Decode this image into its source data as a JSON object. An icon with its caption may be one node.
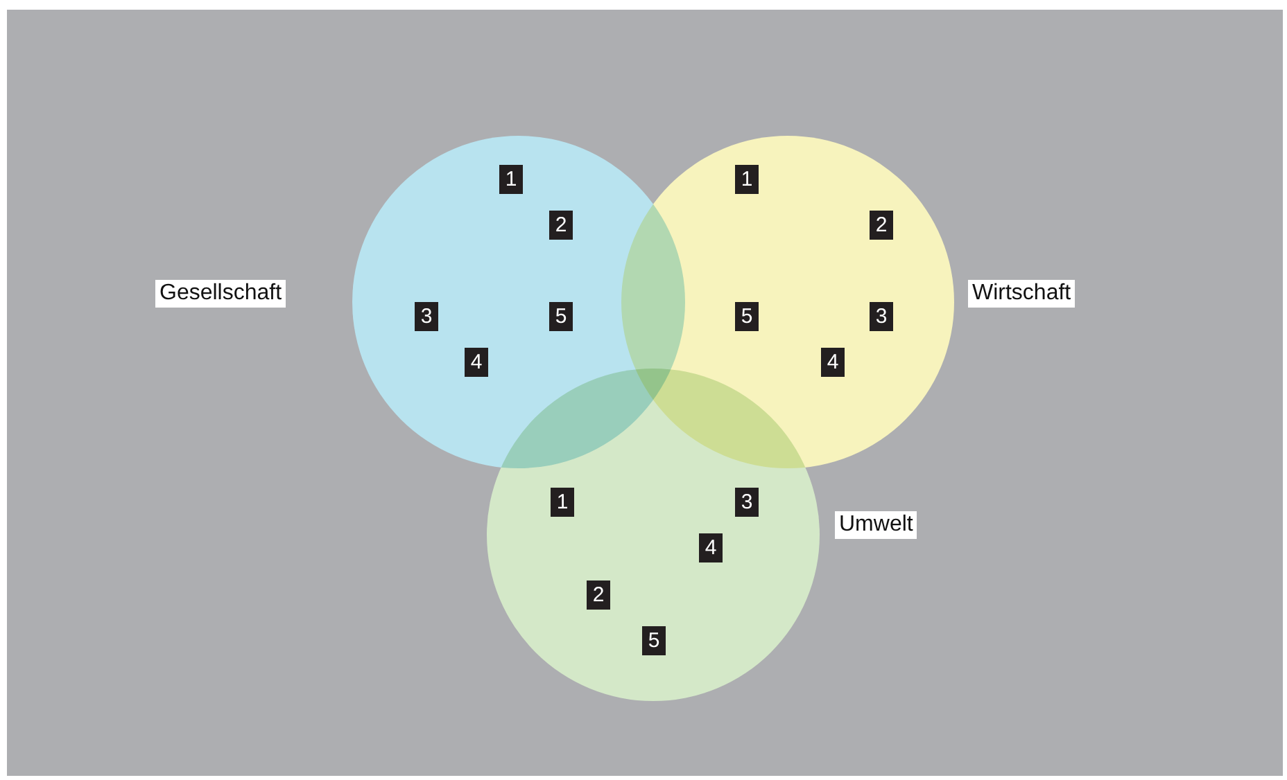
{
  "diagram": {
    "nodes": [
      {
        "text": [],
        "shape": "circle",
        "beside": [
          "Gesellschaft"
        ]
      },
      {
        "text": [
          "1"
        ],
        "in": 0
      },
      {
        "text": [
          "2"
        ],
        "in": 0
      },
      {
        "text": [
          "3"
        ],
        "in": 0
      },
      {
        "text": [
          "5"
        ],
        "in": 0
      },
      {
        "text": [
          "4"
        ],
        "in": 0
      },
      {
        "text": [],
        "shape": "circle",
        "beside": [
          "Wirtschaft"
        ]
      },
      {
        "text": [
          "1"
        ],
        "in": 6
      },
      {
        "text": [
          "2"
        ],
        "in": 6
      },
      {
        "text": [
          "5"
        ],
        "in": 6
      },
      {
        "text": [
          "3"
        ],
        "in": 6
      },
      {
        "text": [
          "4"
        ],
        "in": 6
      },
      {
        "text": [],
        "shape": "circle",
        "beside": [
          "Umwelt"
        ]
      },
      {
        "text": [
          "1"
        ],
        "in": 12
      },
      {
        "text": [
          "3"
        ],
        "in": 12
      },
      {
        "text": [
          "4"
        ],
        "in": 12
      },
      {
        "text": [
          "2"
        ],
        "in": 12
      },
      {
        "text": [
          "5"
        ],
        "in": 12
      }
    ]
  }
}
